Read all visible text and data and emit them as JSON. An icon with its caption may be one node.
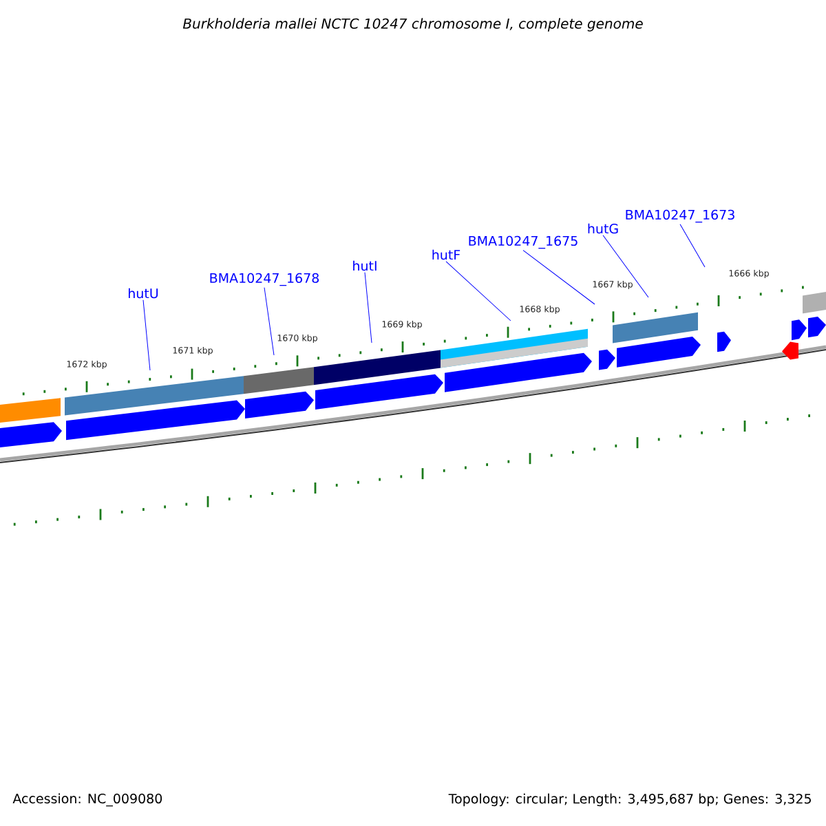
{
  "diagram": {
    "title": "Burkholderia mallei NCTC 10247 chromosome I, complete genome",
    "nodes": [
      {
        "text": [
          "hutU"
        ]
      },
      {
        "text": [
          "BMA10247_1678"
        ]
      },
      {
        "text": [
          "hutI"
        ]
      },
      {
        "text": [
          "hutF"
        ]
      },
      {
        "text": [
          "BMA10247_1675"
        ]
      },
      {
        "text": [
          "hutG"
        ]
      },
      {
        "text": [
          "BMA10247_1673"
        ]
      }
    ],
    "edges": [
      {
        "from": 0,
        "to": null,
        "arrow": "none"
      },
      {
        "from": 1,
        "to": null,
        "arrow": "none"
      },
      {
        "from": 2,
        "to": null,
        "arrow": "none"
      },
      {
        "from": 3,
        "to": null,
        "arrow": "none"
      },
      {
        "from": 4,
        "to": null,
        "arrow": "none"
      },
      {
        "from": 5,
        "to": null,
        "arrow": "none"
      },
      {
        "from": 6,
        "to": null,
        "arrow": "none"
      }
    ],
    "labels": [
      "1672 kbp",
      "1671 kbp",
      "1670 kbp",
      "1669 kbp",
      "1668 kbp",
      "1667 kbp",
      "1666 kbp",
      "Accession: NC_009080",
      "Topology: circular; Length: 3,495,687 bp; Genes: 3,325"
    ]
  }
}
